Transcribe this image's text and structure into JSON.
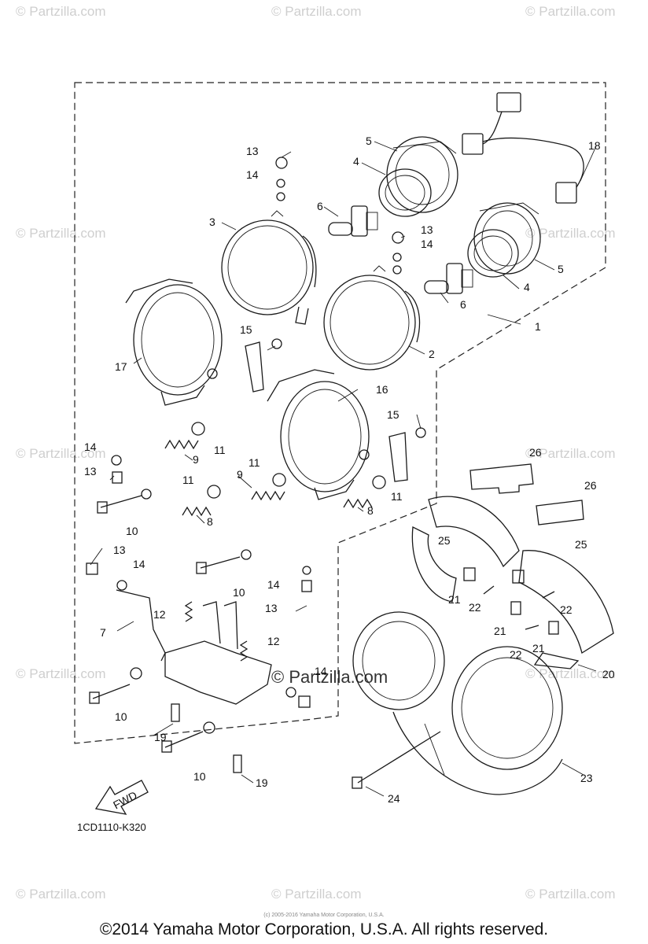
{
  "watermark": {
    "text": "© Partzilla.com",
    "center_text": "© Partzilla.com"
  },
  "diagram": {
    "code": "1CD1110-K320",
    "fwd_label": "FWD",
    "callouts": [
      {
        "id": "c1",
        "text": "1"
      },
      {
        "id": "c2",
        "text": "2"
      },
      {
        "id": "c3",
        "text": "3"
      },
      {
        "id": "c4a",
        "text": "4"
      },
      {
        "id": "c4b",
        "text": "4"
      },
      {
        "id": "c5a",
        "text": "5"
      },
      {
        "id": "c5b",
        "text": "5"
      },
      {
        "id": "c6a",
        "text": "6"
      },
      {
        "id": "c6b",
        "text": "6"
      },
      {
        "id": "c7",
        "text": "7"
      },
      {
        "id": "c8a",
        "text": "8"
      },
      {
        "id": "c8b",
        "text": "8"
      },
      {
        "id": "c9a",
        "text": "9"
      },
      {
        "id": "c9b",
        "text": "9"
      },
      {
        "id": "c10a",
        "text": "10"
      },
      {
        "id": "c10b",
        "text": "10"
      },
      {
        "id": "c10c",
        "text": "10"
      },
      {
        "id": "c10d",
        "text": "10"
      },
      {
        "id": "c11a",
        "text": "11"
      },
      {
        "id": "c11b",
        "text": "11"
      },
      {
        "id": "c11c",
        "text": "11"
      },
      {
        "id": "c11d",
        "text": "11"
      },
      {
        "id": "c12a",
        "text": "12"
      },
      {
        "id": "c12b",
        "text": "12"
      },
      {
        "id": "c13a",
        "text": "13"
      },
      {
        "id": "c13b",
        "text": "13"
      },
      {
        "id": "c13c",
        "text": "13"
      },
      {
        "id": "c13d",
        "text": "13"
      },
      {
        "id": "c13e",
        "text": "13"
      },
      {
        "id": "c14a",
        "text": "14"
      },
      {
        "id": "c14b",
        "text": "14"
      },
      {
        "id": "c14c",
        "text": "14"
      },
      {
        "id": "c14d",
        "text": "14"
      },
      {
        "id": "c14e",
        "text": "14"
      },
      {
        "id": "c14f",
        "text": "14"
      },
      {
        "id": "c15a",
        "text": "15"
      },
      {
        "id": "c15b",
        "text": "15"
      },
      {
        "id": "c16",
        "text": "16"
      },
      {
        "id": "c17",
        "text": "17"
      },
      {
        "id": "c18",
        "text": "18"
      },
      {
        "id": "c19a",
        "text": "19"
      },
      {
        "id": "c19b",
        "text": "19"
      },
      {
        "id": "c20",
        "text": "20"
      },
      {
        "id": "c21a",
        "text": "21"
      },
      {
        "id": "c21b",
        "text": "21"
      },
      {
        "id": "c21c",
        "text": "21"
      },
      {
        "id": "c22a",
        "text": "22"
      },
      {
        "id": "c22b",
        "text": "22"
      },
      {
        "id": "c22c",
        "text": "22"
      },
      {
        "id": "c23",
        "text": "23"
      },
      {
        "id": "c24",
        "text": "24"
      },
      {
        "id": "c25a",
        "text": "25"
      },
      {
        "id": "c25b",
        "text": "25"
      },
      {
        "id": "c26a",
        "text": "26"
      },
      {
        "id": "c26b",
        "text": "26"
      }
    ]
  },
  "footer": {
    "tiny": "(c) 2005-2016 Yamaha Motor Corporation, U.S.A.",
    "copyright": "©2014 Yamaha Motor Corporation, U.S.A. All rights reserved."
  }
}
